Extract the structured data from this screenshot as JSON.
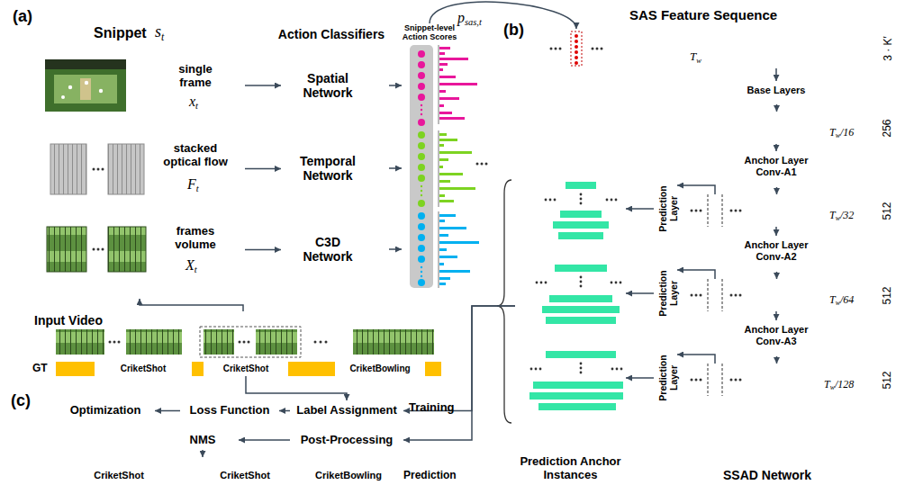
{
  "diagram": {
    "nodes": [
      {
        "text": [
          "(a)"
        ]
      },
      {
        "text": [
          "Snippet",
          "st"
        ],
        "in": 0
      },
      {
        "text": [
          "single frame",
          "xt"
        ],
        "in": 1
      },
      {
        "text": [
          "stacked optical flow",
          "Ft"
        ],
        "in": 1
      },
      {
        "text": [
          "frames volume",
          "Xt"
        ],
        "in": 1
      },
      {
        "text": [
          "Action Classifiers"
        ],
        "in": 0
      },
      {
        "text": [
          "Spatial Network"
        ],
        "in": 5
      },
      {
        "text": [
          "Temporal Network"
        ],
        "in": 5
      },
      {
        "text": [
          "C3D Network"
        ],
        "in": 5
      },
      {
        "text": [
          "Snippet-level Action Scores"
        ],
        "in": 0
      },
      {
        "text": [
          "Input Video"
        ]
      },
      {
        "text": [
          "CriketShot"
        ],
        "in": 10
      },
      {
        "text": [
          "CriketShot"
        ],
        "in": 10
      },
      {
        "text": [
          "CriketBowling"
        ],
        "in": 10
      },
      {
        "text": [
          "(b)"
        ]
      },
      {
        "text": [
          "SAS Feature Sequence",
          "Tw",
          "3 · K′"
        ],
        "in": 14
      },
      {
        "text": [
          "SSAD Network"
        ],
        "in": 14
      },
      {
        "text": [
          "Base Layers"
        ],
        "in": 16
      },
      {
        "text": [
          "Tw/16",
          "256"
        ],
        "in": 16
      },
      {
        "text": [
          "Anchor Layer Conv-A1"
        ],
        "in": 16
      },
      {
        "text": [
          "Tw/32",
          "512"
        ],
        "in": 16
      },
      {
        "text": [
          "Anchor Layer Conv-A2"
        ],
        "in": 16
      },
      {
        "text": [
          "Tw/64",
          "512"
        ],
        "in": 16
      },
      {
        "text": [
          "Anchor Layer Conv-A3"
        ],
        "in": 16
      },
      {
        "text": [
          "Tw/128",
          "512"
        ],
        "in": 16
      },
      {
        "text": [
          "Prediction Anchor Instances"
        ],
        "in": 14
      },
      {
        "text": [
          "Prediction Layer"
        ],
        "in": 16
      },
      {
        "text": [
          "Prediction Layer"
        ],
        "in": 16
      },
      {
        "text": [
          "Prediction Layer"
        ],
        "in": 16
      },
      {
        "text": [
          "(c)"
        ]
      },
      {
        "text": [
          "Training"
        ],
        "in": 29
      },
      {
        "text": [
          "Optimization"
        ],
        "in": 30
      },
      {
        "text": [
          "Loss Function"
        ],
        "in": 30
      },
      {
        "text": [
          "Label Assignment"
        ],
        "in": 30
      },
      {
        "text": [
          "NMS"
        ],
        "in": 29
      },
      {
        "text": [
          "Post-Processing"
        ],
        "in": 29
      },
      {
        "text": [
          "Prediction"
        ],
        "in": 29
      },
      {
        "text": [
          "CriketShot"
        ],
        "in": 36
      },
      {
        "text": [
          "CriketShot"
        ],
        "in": 36
      },
      {
        "text": [
          "CriketBowling"
        ],
        "in": 36
      }
    ],
    "edges": [
      {
        "from": 10,
        "to": 0,
        "arrow": "to"
      },
      {
        "from": 2,
        "to": 6,
        "arrow": "to"
      },
      {
        "from": 3,
        "to": 7,
        "arrow": "to"
      },
      {
        "from": 4,
        "to": 8,
        "arrow": "to"
      },
      {
        "from": 6,
        "to": 9,
        "arrow": "to"
      },
      {
        "from": 7,
        "to": 9,
        "arrow": "to"
      },
      {
        "from": 8,
        "to": 9,
        "arrow": "to"
      },
      {
        "from": 9,
        "to": 15,
        "arrow": "to"
      },
      {
        "from": 15,
        "to": 17,
        "arrow": "to"
      },
      {
        "from": 17,
        "to": 18,
        "arrow": "to"
      },
      {
        "from": 18,
        "to": 19,
        "arrow": "to"
      },
      {
        "from": 19,
        "to": 20,
        "arrow": "to"
      },
      {
        "from": 20,
        "to": 21,
        "arrow": "to"
      },
      {
        "from": 21,
        "to": 22,
        "arrow": "to"
      },
      {
        "from": 22,
        "to": 23,
        "arrow": "to"
      },
      {
        "from": 23,
        "to": 24,
        "arrow": "to"
      },
      {
        "from": 20,
        "to": 26,
        "arrow": "to"
      },
      {
        "from": 22,
        "to": 27,
        "arrow": "to"
      },
      {
        "from": 24,
        "to": 28,
        "arrow": "to"
      },
      {
        "from": 26,
        "to": 25,
        "arrow": "to"
      },
      {
        "from": 27,
        "to": 25,
        "arrow": "to"
      },
      {
        "from": 28,
        "to": 25,
        "arrow": "to"
      },
      {
        "from": 25,
        "to": 33,
        "arrow": "to"
      },
      {
        "from": 25,
        "to": 35,
        "arrow": "to"
      },
      {
        "from": 12,
        "to": 33,
        "arrow": "to"
      },
      {
        "from": 33,
        "to": 32,
        "arrow": "to"
      },
      {
        "from": 32,
        "to": 31,
        "arrow": "to"
      },
      {
        "from": 35,
        "to": 34,
        "arrow": "to"
      },
      {
        "from": 34,
        "to": 36,
        "arrow": "to"
      }
    ],
    "labels": [
      "psas,t",
      "GT"
    ]
  }
}
